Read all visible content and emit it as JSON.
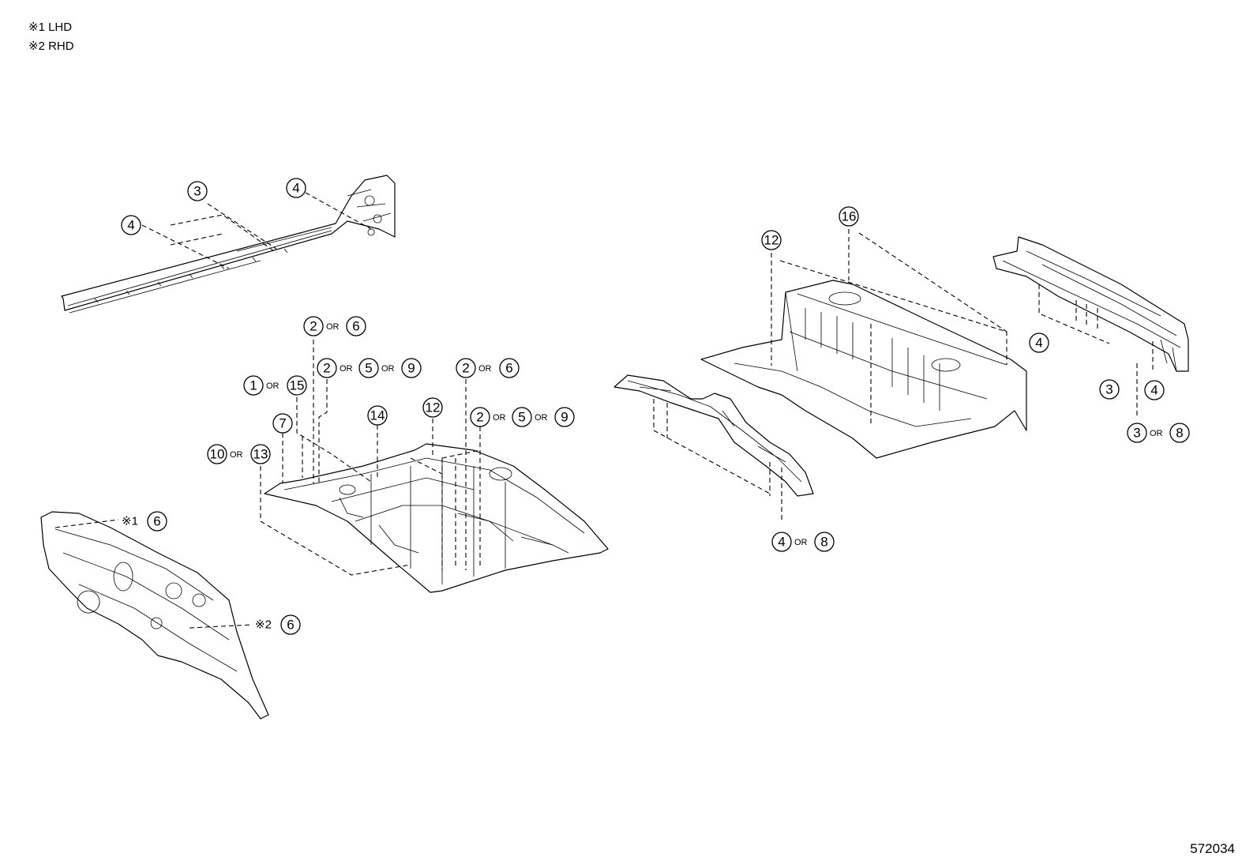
{
  "notes": {
    "note1": "※1 LHD",
    "note2": "※2 RHD"
  },
  "diagram_code": "572034",
  "or_word": "OR",
  "ref_marks": {
    "lhd": "※1",
    "rhd": "※2"
  },
  "callouts": {
    "rocker_3": "3",
    "rocker_4a": "4",
    "rocker_4b": "4",
    "fl_2a": "2",
    "fl_6a": "6",
    "fl_2b": "2",
    "fl_5b": "5",
    "fl_9b": "9",
    "fl_2c": "2",
    "fl_6c": "6",
    "fl_1": "1",
    "fl_15": "15",
    "fl_7": "7",
    "fl_14": "14",
    "fl_12": "12",
    "fl_2d": "2",
    "fl_5d": "5",
    "fl_9d": "9",
    "fl_10": "10",
    "fl_13": "13",
    "dash_6_lhd": "6",
    "dash_6_rhd": "6",
    "rf_12": "12",
    "rf_16": "16",
    "rail_4": "4",
    "rail_8": "8",
    "rr_4a": "4",
    "rr_3a": "3",
    "rr_4b": "4",
    "rr_3b": "3",
    "rr_8b": "8"
  }
}
